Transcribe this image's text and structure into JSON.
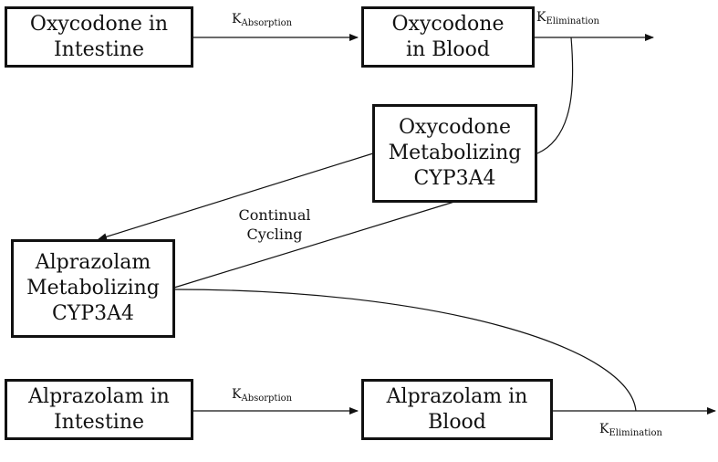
{
  "boxes": {
    "oxy_intestine": [
      "Oxycodone in",
      "Intestine"
    ],
    "oxy_blood": [
      "Oxycodone",
      "in Blood"
    ],
    "oxy_cyp": [
      "Oxycodone",
      "Metabolizing",
      "CYP3A4"
    ],
    "alp_cyp": [
      "Alprazolam",
      "Metabolizing",
      "CYP3A4"
    ],
    "alp_intestine": [
      "Alprazolam in",
      "Intestine"
    ],
    "alp_blood": [
      "Alprazolam in",
      "Blood"
    ]
  },
  "labels": {
    "k": "K",
    "absorption": "Absorption",
    "elimination": "Elimination"
  },
  "cycling": [
    "Continual",
    "Cycling"
  ]
}
